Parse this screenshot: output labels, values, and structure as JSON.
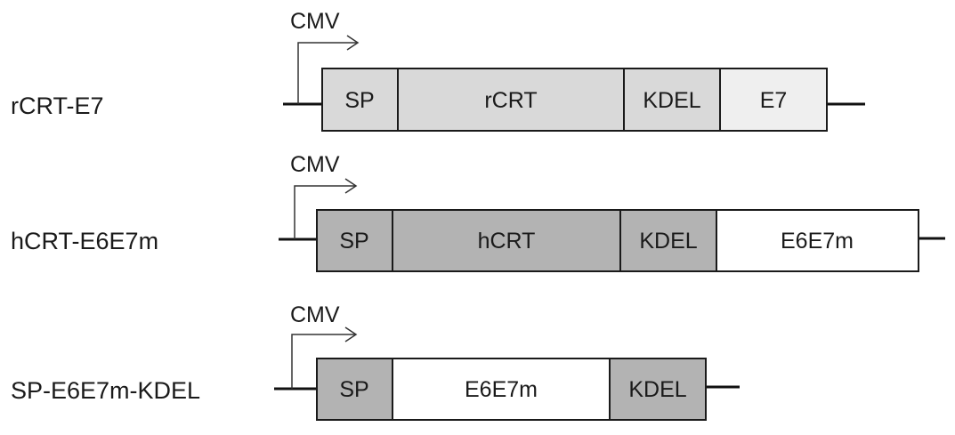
{
  "colors": {
    "light_gray": "#d9d9d9",
    "lighter_gray": "#efefef",
    "dark_gray": "#b3b3b3",
    "white": "#ffffff"
  },
  "constructs": [
    {
      "name": "rCRT-E7",
      "promoter": "CMV",
      "segments": [
        {
          "label": "SP",
          "fill": "light_gray"
        },
        {
          "label": "rCRT",
          "fill": "light_gray"
        },
        {
          "label": "KDEL",
          "fill": "light_gray"
        },
        {
          "label": "E7",
          "fill": "lighter_gray"
        }
      ]
    },
    {
      "name": "hCRT-E6E7m",
      "promoter": "CMV",
      "segments": [
        {
          "label": "SP",
          "fill": "dark_gray"
        },
        {
          "label": "hCRT",
          "fill": "dark_gray"
        },
        {
          "label": "KDEL",
          "fill": "dark_gray"
        },
        {
          "label": "E6E7m",
          "fill": "white"
        }
      ]
    },
    {
      "name": "SP-E6E7m-KDEL",
      "promoter": "CMV",
      "segments": [
        {
          "label": "SP",
          "fill": "dark_gray"
        },
        {
          "label": "E6E7m",
          "fill": "white"
        },
        {
          "label": "KDEL",
          "fill": "dark_gray"
        }
      ]
    }
  ]
}
